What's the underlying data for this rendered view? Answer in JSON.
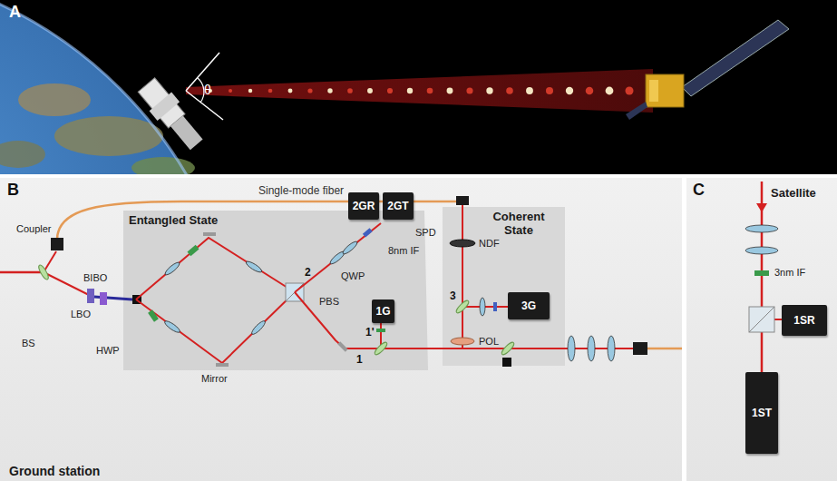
{
  "diagram": {
    "nodes": [
      {
        "text": [
          "Ground station"
        ]
      },
      {
        "text": [
          "Entangled State"
        ],
        "in": 0
      },
      {
        "text": [
          "Coherent State"
        ],
        "in": 0
      },
      {
        "text": [
          "2GR"
        ],
        "in": 1
      },
      {
        "text": [
          "2GT"
        ],
        "in": 1
      },
      {
        "text": [
          "1G"
        ],
        "in": 1
      },
      {
        "text": [
          "3G"
        ],
        "in": 2
      },
      {
        "text": [
          "Satellite"
        ]
      },
      {
        "text": [
          "1SR"
        ],
        "in": 7
      },
      {
        "text": [
          "1ST"
        ],
        "in": 7
      }
    ],
    "labels": [
      "A",
      "θ",
      "B",
      "C",
      "Single-mode fiber",
      "Coupler",
      "BIBO",
      "LBO",
      "BS",
      "HWP",
      "Mirror",
      "SPD",
      "8nm IF",
      "QWP",
      "2",
      "PBS",
      "1'",
      "1",
      "NDF",
      "3",
      "POL",
      "3nm IF"
    ]
  }
}
